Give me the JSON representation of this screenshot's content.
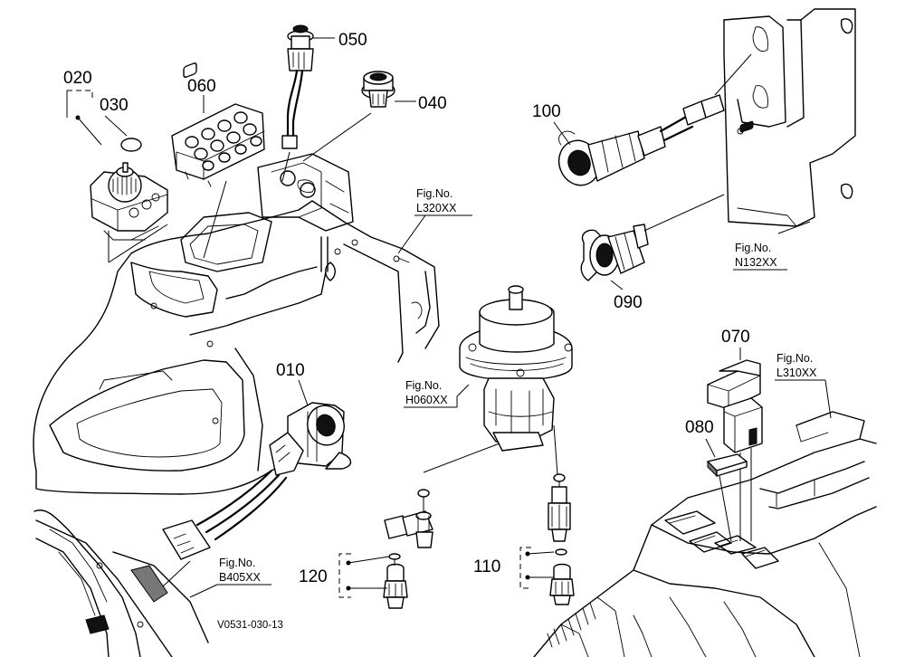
{
  "parts": {
    "p010": "010",
    "p020": "020",
    "p030": "030",
    "p040": "040",
    "p050": "050",
    "p060": "060",
    "p070": "070",
    "p080": "080",
    "p090": "090",
    "p100": "100",
    "p110": "110",
    "p120": "120"
  },
  "figure_refs": {
    "l320": {
      "line1": "Fig.No.",
      "line2": "L320XX"
    },
    "n132": {
      "line1": "Fig.No.",
      "line2": "N132XX"
    },
    "h060": {
      "line1": "Fig.No.",
      "line2": "H060XX"
    },
    "l310": {
      "line1": "Fig.No.",
      "line2": "L310XX"
    },
    "b405": {
      "line1": "Fig.No.",
      "line2": "B405XX"
    }
  },
  "drawing_code": "V0531-030-13"
}
